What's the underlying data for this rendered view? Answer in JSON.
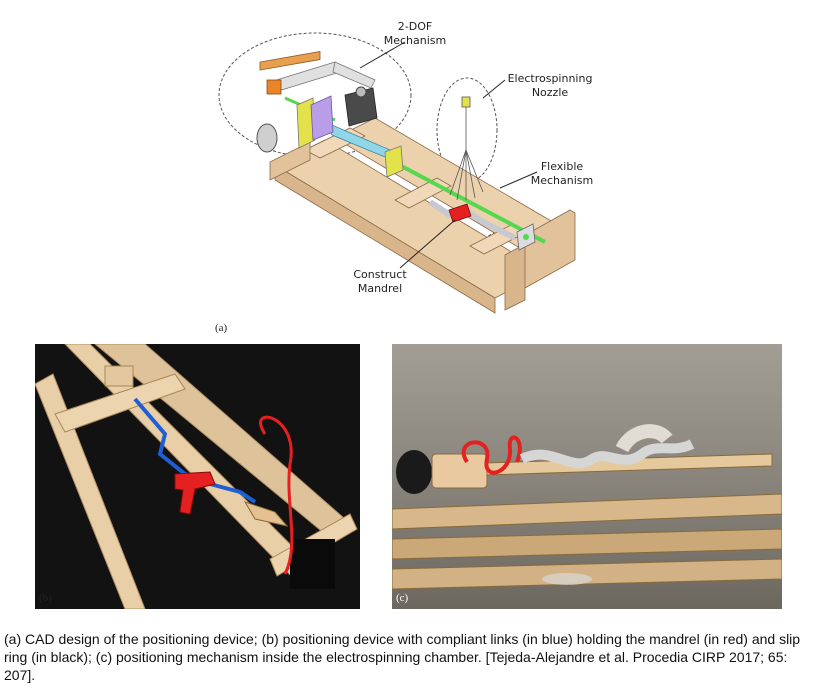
{
  "figure": {
    "panel_a": {
      "label": "(a)",
      "callouts": {
        "dof": [
          "2-DOF",
          "Mechanism"
        ],
        "nozzle": [
          "Electrospinning",
          "Nozzle"
        ],
        "flexible": [
          "Flexible",
          "Mechanism"
        ],
        "mandrel": [
          "Construct",
          "Mandrel"
        ]
      }
    },
    "panel_b": {
      "label": "(b)"
    },
    "panel_c": {
      "label": "(c)"
    }
  },
  "caption": "(a) CAD design of the positioning device; (b) positioning device with compliant links (in blue) holding the mandrel (in red) and slip ring (in black); (c) positioning mechanism inside the electrospinning chamber. [Tejeda-Alejandre et al. Procedia CIRP 2017; 65: 207].",
  "colors": {
    "wood": "#e6c9a3",
    "link_blue": "#1e5fd6",
    "mandrel_red": "#e52020",
    "cad_cyan": "#8fd6e8",
    "cad_green": "#53d84e"
  }
}
